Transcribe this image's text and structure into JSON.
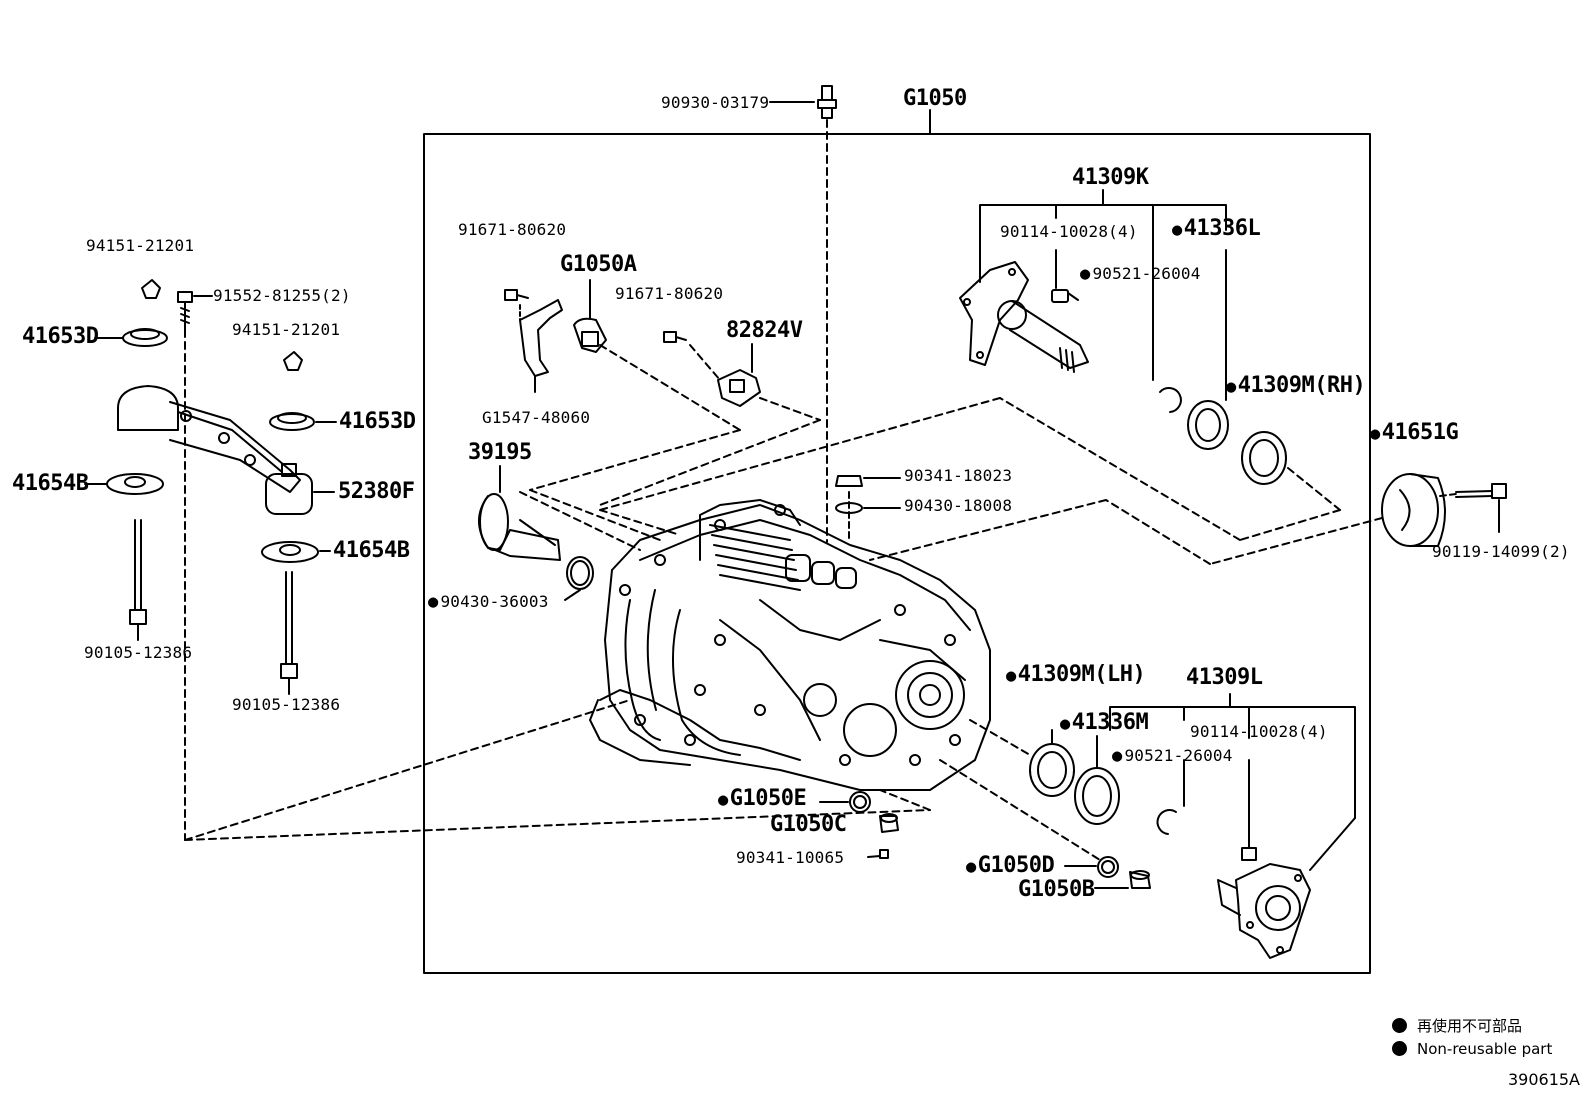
{
  "assembly_label": "G1050",
  "figure_ref": "390615A",
  "legend": {
    "symbol": "●",
    "items": [
      "再使用不可部品",
      "Non-reusable part"
    ]
  },
  "labels": {
    "p90930_03179": "90930-03179",
    "g1050": "G1050",
    "p91671_80620_a": "91671-80620",
    "g1050a": "G1050A",
    "p91671_80620_b": "91671-80620",
    "p82824v": "82824V",
    "g1547_48060": "G1547-48060",
    "p41309k": "41309K",
    "p90114_10028_top": "90114-10028(4)",
    "p41336l": "41336L",
    "p90521_26004_top": "90521-26004",
    "p41309m_rh": "41309M(RH)",
    "p41651g": "41651G",
    "p90119_14099": "90119-14099(2)",
    "p94151_21201_a": "94151-21201",
    "p91552_81255": "91552-81255(2)",
    "p41653d_a": "41653D",
    "p94151_21201_b": "94151-21201",
    "p41653d_b": "41653D",
    "p41654b_a": "41654B",
    "p52380f": "52380F",
    "p41654b_b": "41654B",
    "p90105_12386_a": "90105-12386",
    "p90105_12386_b": "90105-12386",
    "p39195": "39195",
    "p90430_36003": "90430-36003",
    "p90341_18023": "90341-18023",
    "p90430_18008": "90430-18008",
    "p41309m_lh": "41309M(LH)",
    "p41309l": "41309L",
    "p41336m": "41336M",
    "p90114_10028_bot": "90114-10028(4)",
    "p90521_26004_bot": "90521-26004",
    "g1050e": "G1050E",
    "g1050c": "G1050C",
    "p90341_10065": "90341-10065",
    "g1050d": "G1050D",
    "g1050b": "G1050B"
  }
}
